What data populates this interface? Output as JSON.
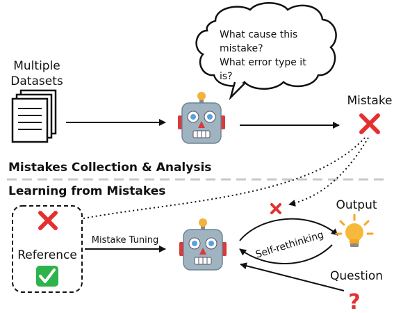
{
  "datasets": {
    "label_line1": "Multiple",
    "label_line2": "Datasets",
    "icon": "documents-stack-icon"
  },
  "thought_bubble": {
    "line1": "What cause this",
    "line2": "mistake?",
    "line3": "What error type it",
    "line4": "is?"
  },
  "mistake": {
    "label": "Mistake",
    "icon": "red-cross-icon"
  },
  "section_top": {
    "title": "Mistakes Collection & Analysis"
  },
  "section_bottom": {
    "title": "Learning from Mistakes"
  },
  "reference_box": {
    "label": "Reference",
    "icons": [
      "red-cross-icon",
      "green-check-icon"
    ]
  },
  "edges": {
    "tuning": "Mistake Tuning",
    "self": "Self-rethinking"
  },
  "output": {
    "label": "Output",
    "icon": "lightbulb-icon"
  },
  "question": {
    "label": "Question",
    "icon": "question-mark-icon"
  },
  "robot": {
    "icon": "robot-icon"
  },
  "colors": {
    "red": "#e53030",
    "green": "#2db34a",
    "robot_body": "#9fb3c1",
    "bulb": "#f6a623",
    "divider": "#c8c8c8"
  }
}
